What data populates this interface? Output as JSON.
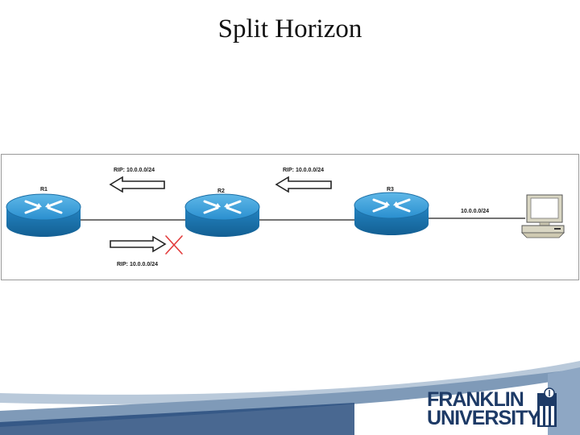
{
  "slide": {
    "title": "Split Horizon"
  },
  "diagram": {
    "routers": [
      {
        "name": "R1"
      },
      {
        "name": "R2"
      },
      {
        "name": "R3"
      }
    ],
    "network_label": "10.0.0.0/24",
    "rip_updates": [
      {
        "label": "RIP: 10.0.0.0/24",
        "direction": "left",
        "blocked": false
      },
      {
        "label": "RIP: 10.0.0.0/24",
        "direction": "left",
        "blocked": false
      },
      {
        "label": "RIP: 10.0.0.0/24",
        "direction": "right",
        "blocked": true
      }
    ]
  },
  "logo": {
    "line1": "FRANKLIN",
    "line2": "UNIVERSITY"
  },
  "colors": {
    "router_body": "#1f86c4",
    "router_top": "#3fa3db",
    "block_x": "#e23b3b",
    "footer_band": "#9fb4cc",
    "footer_dark": "#1d3a66"
  }
}
